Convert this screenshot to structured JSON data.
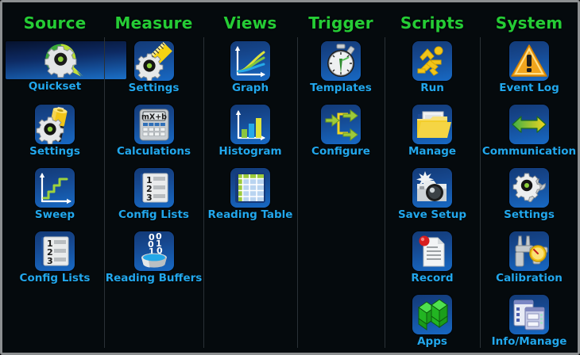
{
  "screen": {
    "background_color": "#050a0d",
    "frame_color": "#8c8f91",
    "heading_color": "#25cc35",
    "label_color": "#22a7ec",
    "tile_color": "#1769c4"
  },
  "columns": [
    {
      "id": "source",
      "title": "Source",
      "items": [
        {
          "label": "Quickset",
          "icon": "quickset-gear-icon",
          "wide": true
        },
        {
          "label": "Settings",
          "icon": "gear-battery-icon"
        },
        {
          "label": "Sweep",
          "icon": "sweep-staircase-icon"
        },
        {
          "label": "Config Lists",
          "icon": "numbered-list-icon"
        }
      ]
    },
    {
      "id": "measure",
      "title": "Measure",
      "items": [
        {
          "label": "Settings",
          "icon": "gear-ruler-icon"
        },
        {
          "label": "Calculations",
          "icon": "calculator-icon"
        },
        {
          "label": "Config Lists",
          "icon": "numbered-list-icon"
        },
        {
          "label": "Reading Buffers",
          "icon": "binary-bucket-icon"
        }
      ]
    },
    {
      "id": "views",
      "title": "Views",
      "items": [
        {
          "label": "Graph",
          "icon": "line-graph-icon"
        },
        {
          "label": "Histogram",
          "icon": "bar-chart-icon"
        },
        {
          "label": "Reading Table",
          "icon": "spreadsheet-table-icon"
        }
      ]
    },
    {
      "id": "trigger",
      "title": "Trigger",
      "items": [
        {
          "label": "Templates",
          "icon": "stopwatch-icon"
        },
        {
          "label": "Configure",
          "icon": "flow-arrows-icon"
        }
      ]
    },
    {
      "id": "scripts",
      "title": "Scripts",
      "items": [
        {
          "label": "Run",
          "icon": "runner-icon"
        },
        {
          "label": "Manage",
          "icon": "folder-icon"
        },
        {
          "label": "Save Setup",
          "icon": "camera-flash-icon"
        },
        {
          "label": "Record",
          "icon": "record-document-icon"
        },
        {
          "label": "Apps",
          "icon": "cube-blocks-icon"
        }
      ]
    },
    {
      "id": "system",
      "title": "System",
      "items": [
        {
          "label": "Event Log",
          "icon": "warning-triangle-icon"
        },
        {
          "label": "Communication",
          "icon": "double-arrow-icon"
        },
        {
          "label": "Settings",
          "icon": "gear-wrench-icon"
        },
        {
          "label": "Calibration",
          "icon": "caliper-gauge-icon"
        },
        {
          "label": "Info/Manage",
          "icon": "info-windows-icon"
        }
      ]
    }
  ]
}
